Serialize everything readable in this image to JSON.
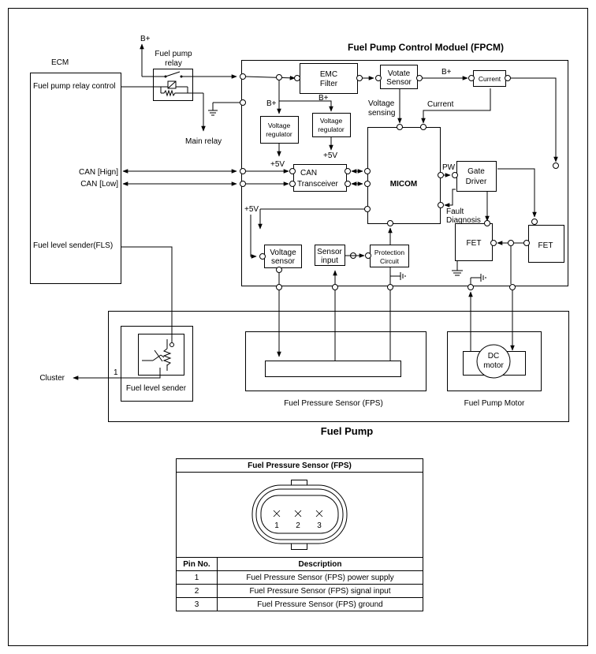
{
  "fpcm": {
    "title": "Fuel Pump Control Moduel (FPCM)",
    "emc_filter": [
      "EMC",
      "Filter"
    ],
    "voltage_sensor_top": [
      "Votate",
      "Sensor"
    ],
    "current_box": "Current",
    "b_plus": "B+",
    "voltage_sensing": [
      "Voltage",
      "sensing"
    ],
    "current_label": "Current",
    "voltage_regulator": [
      "Voltage",
      "regulator"
    ],
    "plus_5v": "+5V",
    "can_transceiver": [
      "CAN",
      "Transceiver"
    ],
    "micom": "MICOM",
    "pw": "PW",
    "gate_driver": [
      "Gate",
      "Driver"
    ],
    "fault_diagnosis": [
      "Fault",
      "Diagnosis"
    ],
    "fet": "FET",
    "voltage_sensor_bottom": [
      "Voltage",
      "sensor"
    ],
    "sensor_input": [
      "Sensor",
      "input"
    ],
    "protection_circuit": [
      "Protection",
      "Circuit"
    ]
  },
  "ecm": {
    "title": "ECM",
    "fuel_pump_relay_control": "Fuel pump relay control",
    "can_high": "CAN [Hign]",
    "can_low": "CAN [Low]",
    "fuel_level_sender": "Fuel level sender(FLS)"
  },
  "relay": {
    "label": [
      "Fuel pump",
      "relay"
    ],
    "b_plus": "B+",
    "main_relay": "Main relay"
  },
  "fuel_pump": {
    "title": "Fuel Pump",
    "fuel_level_sender": "Fuel level sender",
    "cluster": "Cluster",
    "pin_1": "1",
    "fps_label": "Fuel Pressure Sensor (FPS)",
    "motor_label": "Fuel Pump Motor",
    "dc_motor": [
      "DC",
      "motor"
    ]
  },
  "fps_table": {
    "title": "Fuel Pressure Sensor (FPS)",
    "connector_pins": [
      "1",
      "2",
      "3"
    ],
    "header_pin": "Pin No.",
    "header_desc": "Description",
    "rows": [
      {
        "pin": "1",
        "desc": "Fuel Pressure Sensor (FPS) power supply"
      },
      {
        "pin": "2",
        "desc": "Fuel Pressure Sensor (FPS) signal input"
      },
      {
        "pin": "3",
        "desc": "Fuel Pressure Sensor (FPS) ground"
      }
    ]
  }
}
